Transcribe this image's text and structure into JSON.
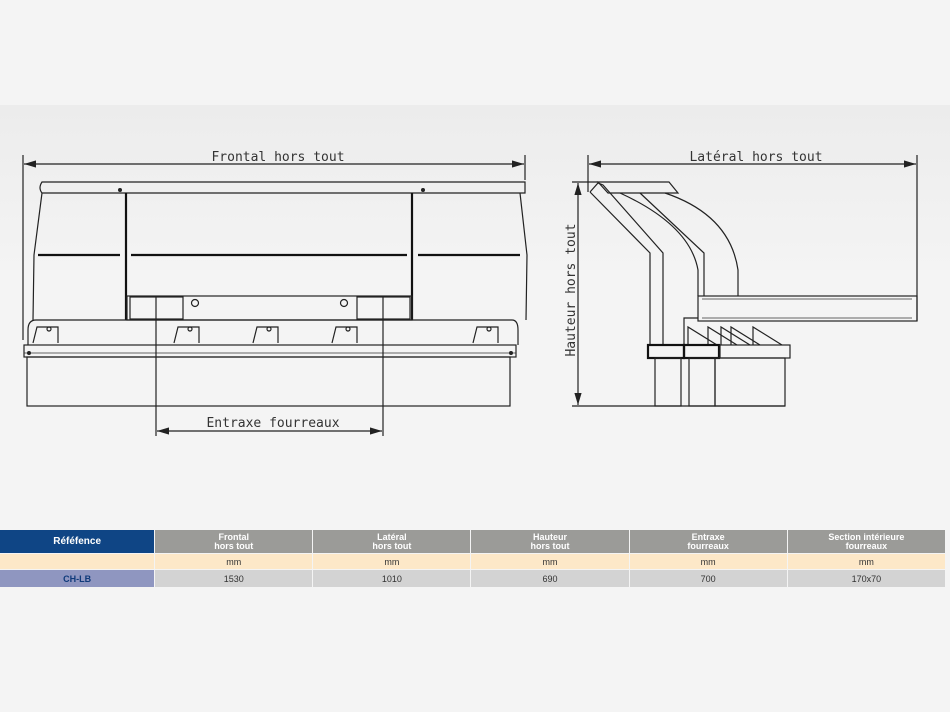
{
  "drawing": {
    "front_view": {
      "dim_frontal": "Frontal hors tout",
      "dim_entraxe": "Entraxe fourreaux"
    },
    "side_view": {
      "dim_lateral": "Latéral hors tout",
      "dim_hauteur": "Hauteur hors tout"
    }
  },
  "table": {
    "headers": [
      {
        "line1": "Réféfence",
        "line2": ""
      },
      {
        "line1": "Frontal",
        "line2": "hors tout"
      },
      {
        "line1": "Latéral",
        "line2": "hors tout"
      },
      {
        "line1": "Hauteur",
        "line2": "hors tout"
      },
      {
        "line1": "Entraxe",
        "line2": "fourreaux"
      },
      {
        "line1": "Section intérieure",
        "line2": "fourreaux"
      }
    ],
    "units": [
      "",
      "mm",
      "mm",
      "mm",
      "mm",
      "mm"
    ],
    "rows": [
      [
        "CH-LB",
        "1530",
        "1010",
        "690",
        "700",
        "170x70"
      ]
    ]
  },
  "colors": {
    "header_ref": "#0f4585",
    "header": "#9b9b98",
    "units_row": "#fde8c8",
    "data_ref": "#8f96c0",
    "data": "#d3d3d3"
  }
}
